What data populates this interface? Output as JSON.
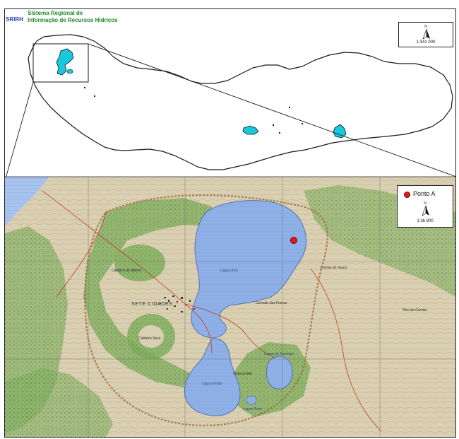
{
  "header": {
    "acronym": "SRIRH",
    "name_line1": "Sistema Regional de",
    "name_line2": "Informação de Recursos Hídricos"
  },
  "overview_map": {
    "north_label": "N",
    "scale": "1:341 000",
    "colors": {
      "land_outline": "#1a1a1a",
      "water": "#17c8de"
    }
  },
  "detail_map": {
    "north_label": "N",
    "scale": "1:36 800",
    "marker_label": "Ponto A",
    "place_labels": [
      "SETE CIDADES",
      "Lagoa Azul",
      "Lagoa Verde",
      "Caldeira do Alferes",
      "Caldeira Seca",
      "Cerrado das Freiras",
      "Pico do Carvão",
      "Lomba do Vasco",
      "Lagoa de Santiago",
      "Vista do Rei",
      "Lagoa Rasa"
    ],
    "colors": {
      "map_base": "#d9cfb2",
      "vegetation": "#7fae5e",
      "lake": "#8fb0e6",
      "sea": "#a9c3ef",
      "contour": "#b07a3a",
      "marker": "#e01818"
    }
  }
}
